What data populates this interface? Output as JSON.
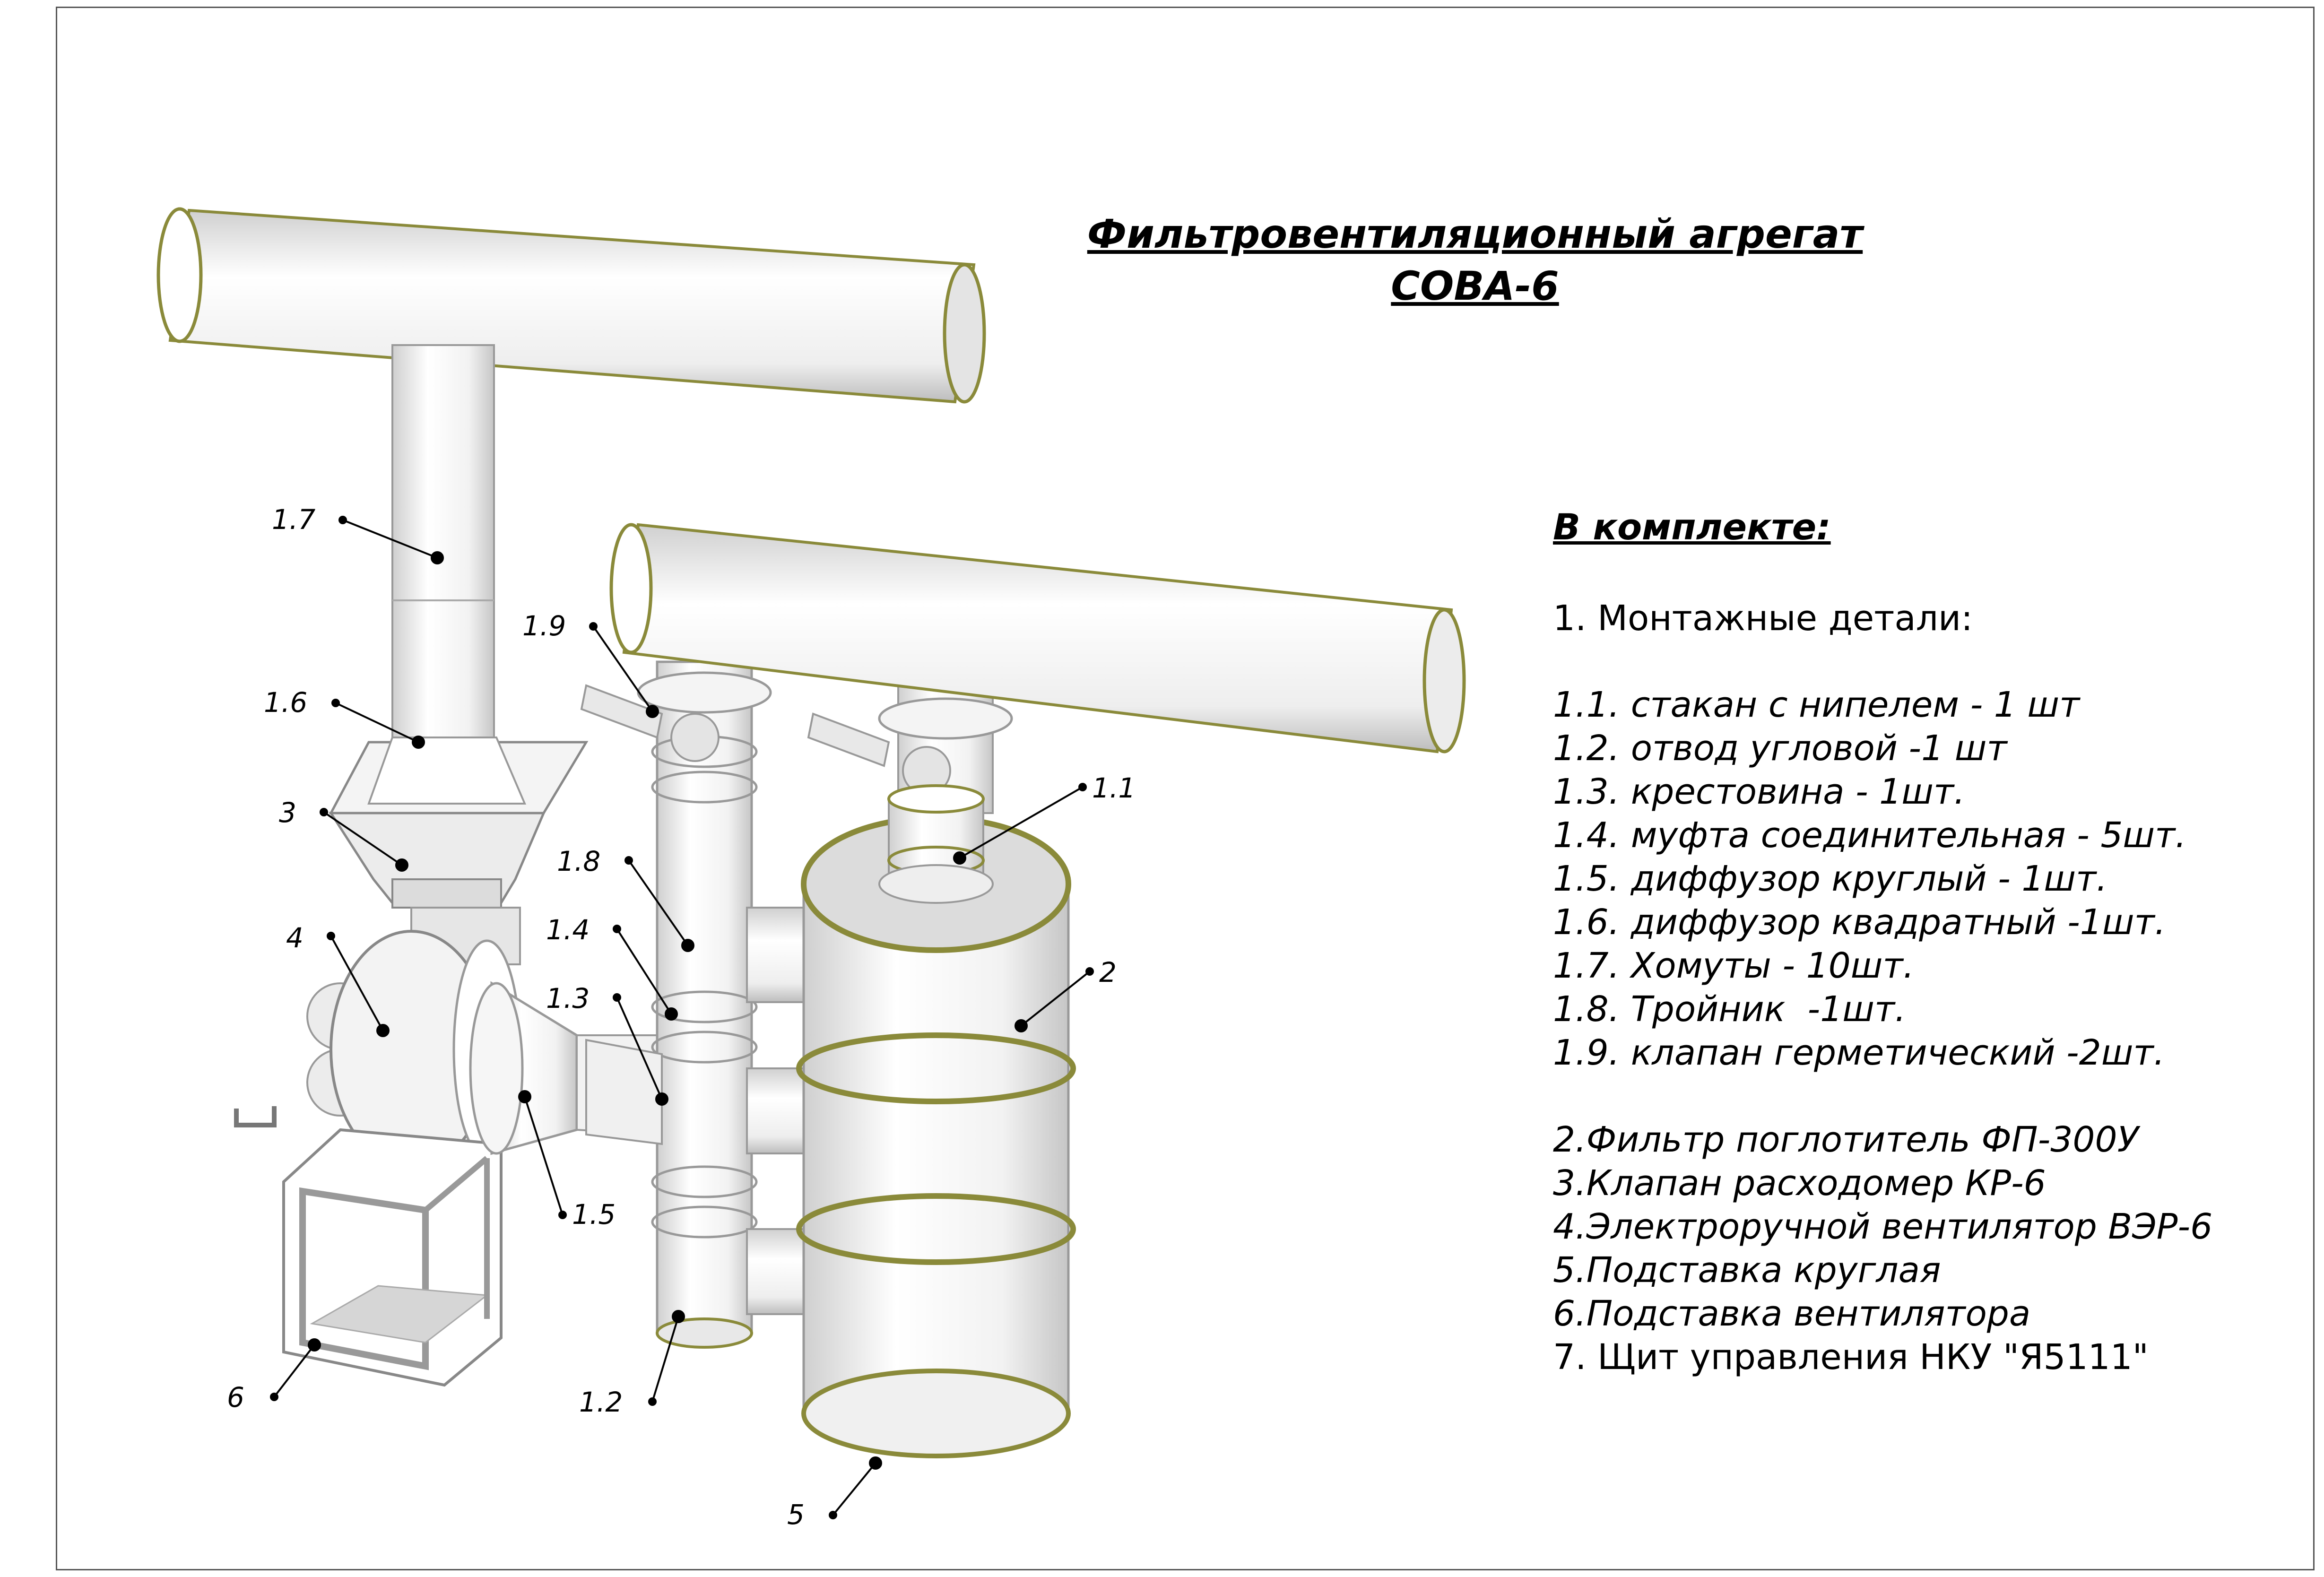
{
  "title": {
    "line1": "Фильтровентиляционный агрегат",
    "line2": "СОВА-6"
  },
  "kit": {
    "heading": "В комплекте:",
    "group1_title": "1. Монтажные детали:",
    "group1_items": [
      "1.1. стакан с нипелем - 1 шт",
      "1.2. отвод угловой -1 шт",
      "1.3. крестовина - 1шт.",
      "1.4. муфта соединительная - 5шт.",
      "1.5. диффузор круглый - 1шт.",
      "1.6. диффузор квадратный -1шт.",
      "1.7. Хомуты - 10шт.",
      "1.8. Тройник  -1шт.",
      "1.9. клапан герметический -2шт."
    ],
    "group2_items": [
      "2.Фильтр поглотитель ФП-300У",
      "3.Клапан расходомер КР-6",
      "4.Электроручной вентилятор ВЭР-6",
      "5.Подставка круглая",
      "6.Подставка вентилятора"
    ],
    "last_item": "7. Щит управления НКУ \"Я5111\""
  },
  "callouts": {
    "c17": "1.7",
    "c19": "1.9",
    "c16": "1.6",
    "c3": "3",
    "c11": "1.1",
    "c18": "1.8",
    "c14": "1.4",
    "c4": "4",
    "c2": "2",
    "c13": "1.3",
    "c15": "1.5",
    "c6": "6",
    "c12": "1.2",
    "c5": "5"
  },
  "colors": {
    "outline": "#8a8a3a",
    "body": "#ffffff",
    "shade": "#d8d8d8",
    "frame": "#555555"
  }
}
